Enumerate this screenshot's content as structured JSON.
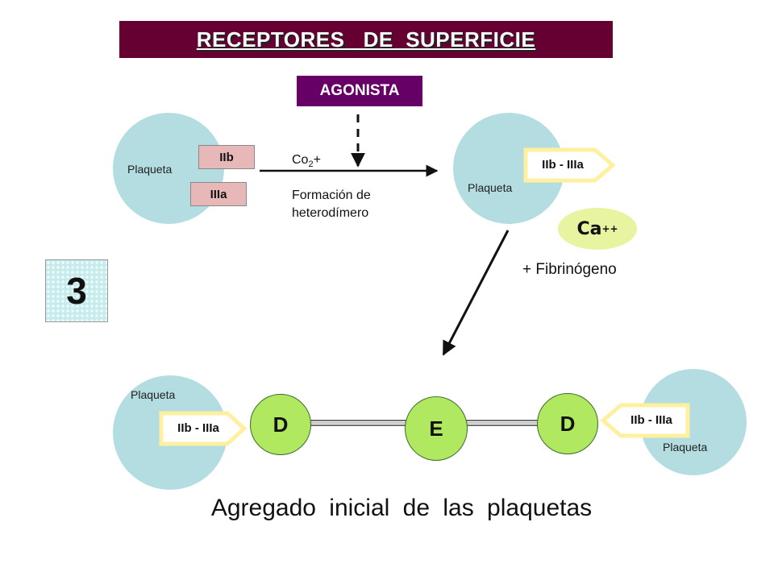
{
  "title": "RECEPTORES   DE  SUPERFICIE",
  "agonist": "AGONISTA",
  "step_number": "3",
  "platelet_label": "Plaqueta",
  "receptor_iib": "IIb",
  "receptor_iiia": "IIIa",
  "heterodimer": "IIb - IIIa",
  "cofactor_base": "Co",
  "cofactor_sub": "2",
  "cofactor_sup": "+",
  "reaction_note": [
    "Formación de",
    "heterodímero"
  ],
  "calcium_base": "Ca",
  "calcium_sup": "++",
  "fibrinogen": "+ Fibrinógeno",
  "fibrinogen_domains": {
    "left": "D",
    "center": "E",
    "right": "D"
  },
  "caption": "Agregado  inicial  de  las  plaquetas",
  "colors": {
    "title_bg": "#660033",
    "agonist_bg": "#660066",
    "platelet": "#b3dde0",
    "receptor_box": "#e8b8b8",
    "arrow_tag": "#fff0a0",
    "domain": "#b0e860",
    "calcium": "#e8f4a0"
  }
}
